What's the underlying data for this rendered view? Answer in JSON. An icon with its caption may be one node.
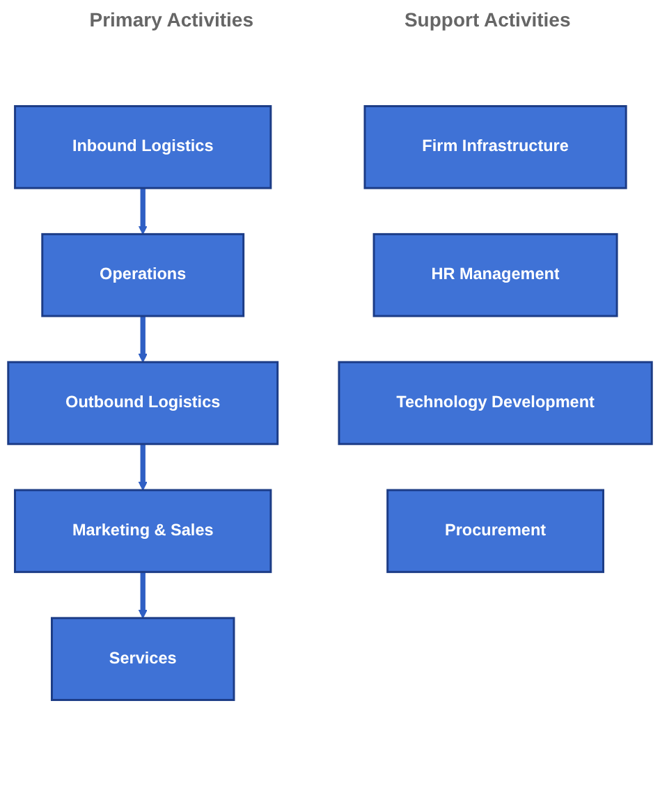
{
  "diagram": {
    "nodes": [
      {
        "text": [
          "Inbound Logistics"
        ]
      },
      {
        "text": [
          "Operations"
        ]
      },
      {
        "text": [
          "Outbound Logistics"
        ]
      },
      {
        "text": [
          "Marketing & Sales"
        ]
      },
      {
        "text": [
          "Services"
        ]
      },
      {
        "text": [
          "Firm Infrastructure"
        ]
      },
      {
        "text": [
          "HR Management"
        ]
      },
      {
        "text": [
          "Technology Development"
        ]
      },
      {
        "text": [
          "Procurement"
        ]
      }
    ],
    "edges": [
      {
        "from": 0,
        "to": 1,
        "arrow": "to"
      },
      {
        "from": 1,
        "to": 2,
        "arrow": "to"
      },
      {
        "from": 2,
        "to": 3,
        "arrow": "to"
      },
      {
        "from": 3,
        "to": 4,
        "arrow": "to"
      }
    ],
    "labels": [
      "Primary Activities",
      "Support Activities"
    ]
  }
}
